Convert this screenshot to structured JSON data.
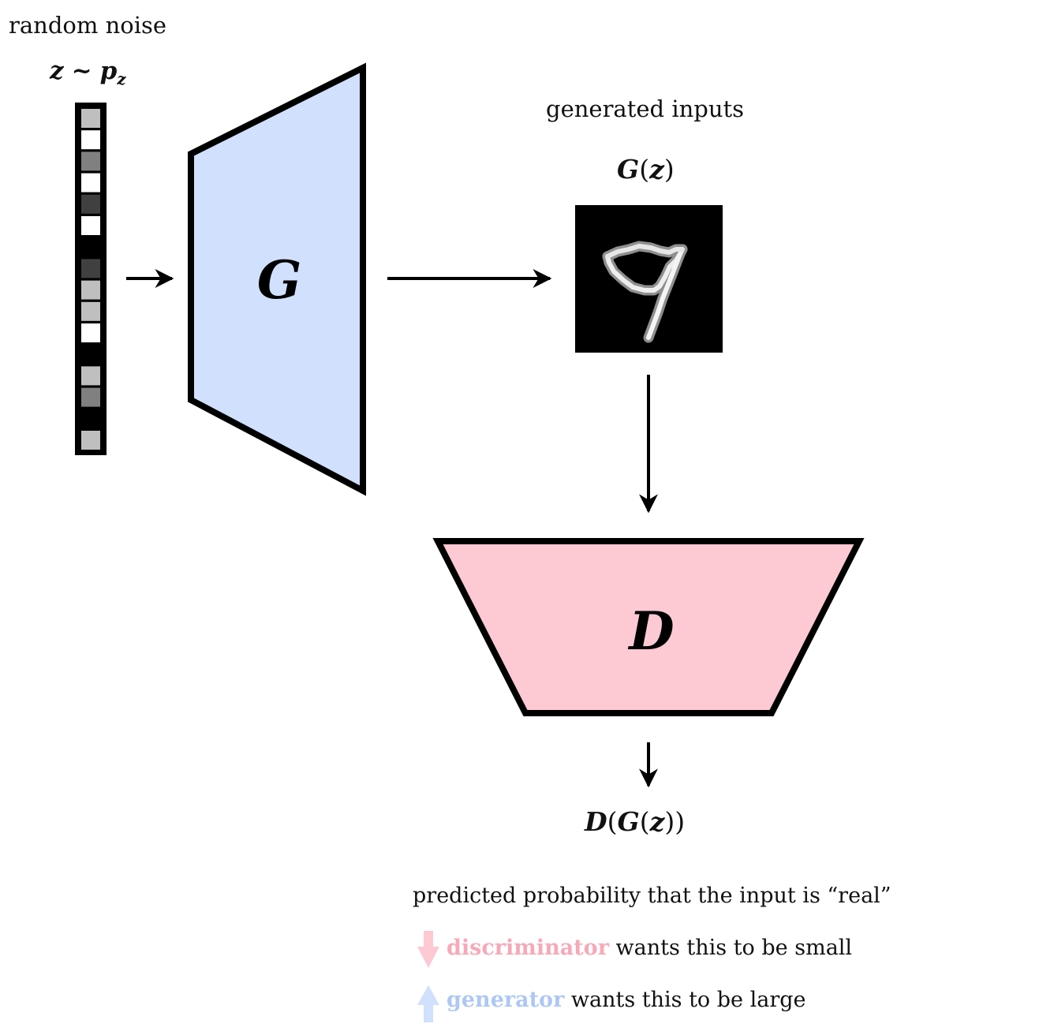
{
  "noise": {
    "title": "random noise",
    "formula": "z ~ p_z",
    "formula_parts": {
      "z": "z",
      "tilde": "~",
      "p": "p",
      "sub": "z"
    },
    "cells": [
      0.75,
      1,
      0.5,
      1,
      0.25,
      1,
      0,
      0.25,
      0.75,
      0.75,
      1,
      0,
      0.75,
      0.5,
      0,
      0.75
    ]
  },
  "generator": {
    "symbol": "G",
    "fill": "#d0e0fd"
  },
  "generated": {
    "title": "generated inputs",
    "formula": "G(z)",
    "formula_parts": {
      "fn": "G",
      "open": "(",
      "arg": "z",
      "close": ")"
    }
  },
  "discriminator": {
    "symbol": "D",
    "fill": "#fdc9d3"
  },
  "output": {
    "formula": "D(G(z))",
    "formula_parts": {
      "d": "D",
      "o1": "(",
      "g": "G",
      "o2": "(",
      "z": "z",
      "c1": ")",
      "c2": ")"
    }
  },
  "caption": "predicted probability that the input is “real”",
  "legend": [
    {
      "arrow": "down-arrow",
      "name": "discriminator",
      "rest": " wants this to be small",
      "color": "#f7a9b8"
    },
    {
      "arrow": "up-arrow",
      "name": "generator",
      "rest": " wants this to be large",
      "color": "#aec7f5"
    }
  ],
  "colors": {
    "stroke": "#000000",
    "discriminator": "#f7a9b8",
    "generator": "#aec7f5"
  }
}
